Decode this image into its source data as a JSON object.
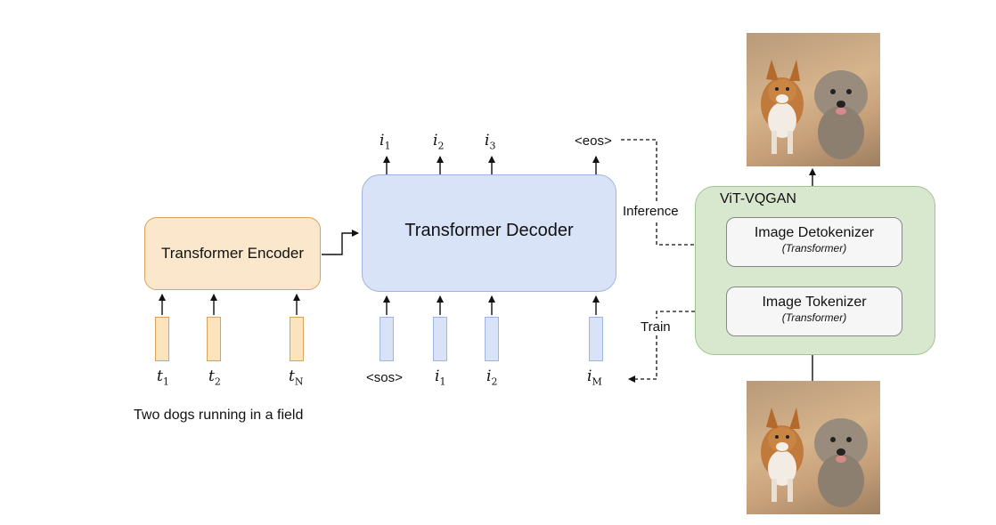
{
  "encoder": {
    "label": "Transformer Encoder",
    "tokens": [
      {
        "var": "t",
        "sub": "1"
      },
      {
        "var": "t",
        "sub": "2"
      },
      {
        "var": "t",
        "sub": "N"
      }
    ],
    "caption": "Two dogs running in a field"
  },
  "decoder": {
    "label": "Transformer Decoder",
    "outputs": [
      {
        "var": "i",
        "sub": "1"
      },
      {
        "var": "i",
        "sub": "2"
      },
      {
        "var": "i",
        "sub": "3"
      }
    ],
    "eos": "<eos>",
    "inputs": [
      {
        "var": "i",
        "sub": "1"
      },
      {
        "var": "i",
        "sub": "2"
      },
      {
        "var": "i",
        "sub": "M"
      }
    ],
    "sos": "<sos>"
  },
  "flows": {
    "inference": "Inference",
    "train": "Train"
  },
  "vit": {
    "title": "ViT-VQGAN",
    "detokenizer": {
      "title": "Image Detokenizer",
      "subtitle": "(Transformer)"
    },
    "tokenizer": {
      "title": "Image Tokenizer",
      "subtitle": "(Transformer)"
    }
  },
  "colors": {
    "encoder_fill": "#fbe8cc",
    "decoder_fill": "#d9e3f8",
    "vit_fill": "#d8e8cf"
  }
}
